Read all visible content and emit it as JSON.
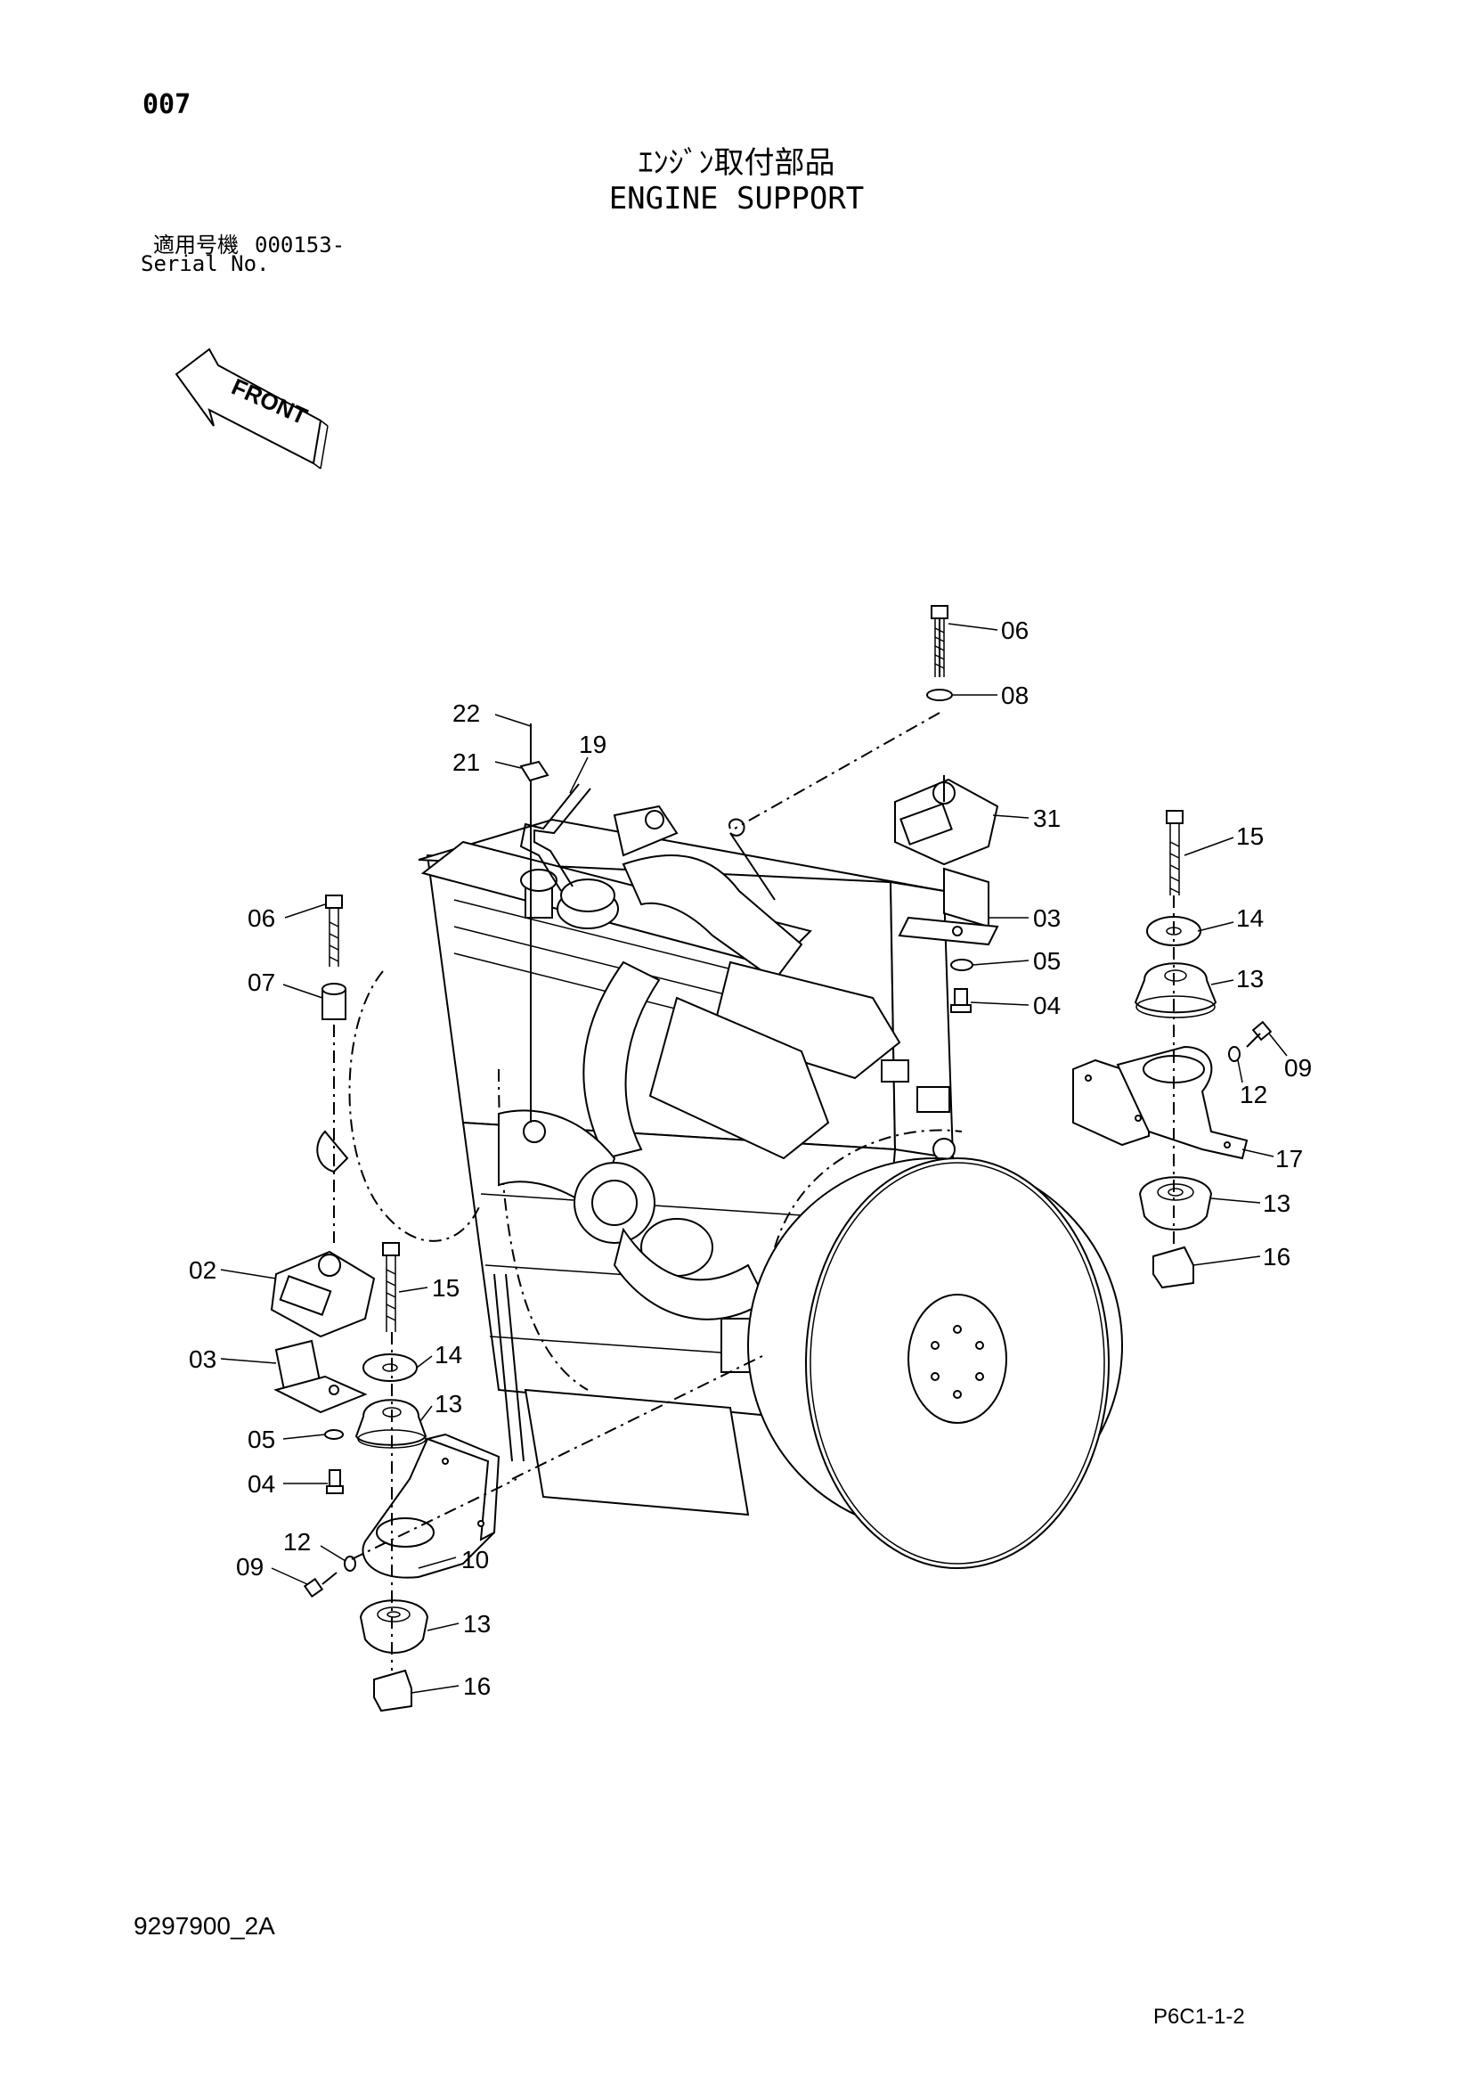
{
  "header": {
    "page_number": "007",
    "title_jp": "ｴﾝｼﾞﾝ取付部品",
    "title_en": "ENGINE SUPPORT",
    "serial_label_jp": "適用号機",
    "serial_value": "000153-",
    "serial_label_en": "Serial No."
  },
  "front_arrow": {
    "label": "FRONT"
  },
  "callouts": [
    {
      "id": "c-06-top",
      "label": "06"
    },
    {
      "id": "c-08",
      "label": "08"
    },
    {
      "id": "c-22",
      "label": "22"
    },
    {
      "id": "c-21",
      "label": "21"
    },
    {
      "id": "c-19",
      "label": "19"
    },
    {
      "id": "c-31",
      "label": "31"
    },
    {
      "id": "c-15-right",
      "label": "15"
    },
    {
      "id": "c-03-right",
      "label": "03"
    },
    {
      "id": "c-14-right",
      "label": "14"
    },
    {
      "id": "c-05-right",
      "label": "05"
    },
    {
      "id": "c-13-right-top",
      "label": "13"
    },
    {
      "id": "c-04-right",
      "label": "04"
    },
    {
      "id": "c-09-right",
      "label": "09"
    },
    {
      "id": "c-12-right",
      "label": "12"
    },
    {
      "id": "c-17",
      "label": "17"
    },
    {
      "id": "c-13-right-bottom",
      "label": "13"
    },
    {
      "id": "c-16-right",
      "label": "16"
    },
    {
      "id": "c-06-left",
      "label": "06"
    },
    {
      "id": "c-07",
      "label": "07"
    },
    {
      "id": "c-02",
      "label": "02"
    },
    {
      "id": "c-15-left",
      "label": "15"
    },
    {
      "id": "c-03-left",
      "label": "03"
    },
    {
      "id": "c-14-left",
      "label": "14"
    },
    {
      "id": "c-13-left-top",
      "label": "13"
    },
    {
      "id": "c-05-left",
      "label": "05"
    },
    {
      "id": "c-04-left",
      "label": "04"
    },
    {
      "id": "c-12-left",
      "label": "12"
    },
    {
      "id": "c-09-left",
      "label": "09"
    },
    {
      "id": "c-10",
      "label": "10"
    },
    {
      "id": "c-13-left-bottom",
      "label": "13"
    },
    {
      "id": "c-16-left",
      "label": "16"
    }
  ],
  "footer": {
    "doc_code": "9297900_2A",
    "page_code": "P6C1-1-2"
  }
}
